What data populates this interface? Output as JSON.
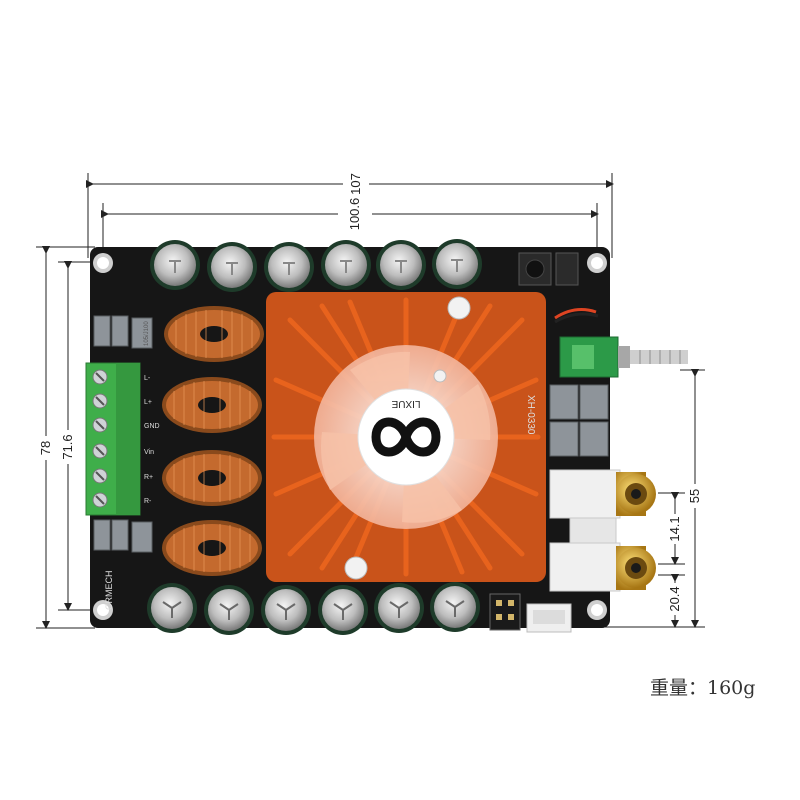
{
  "dimensions": {
    "overall_width": "107",
    "hole_spacing_width": "100.6",
    "overall_height": "78",
    "hole_spacing_height": "71.6",
    "right_height": "55",
    "rca_spacing": "14.1",
    "rca_offset": "20.4"
  },
  "weight_label": "重量：160g",
  "board": {
    "colors": {
      "pcb": "#161616",
      "heatsink": "#e8631d",
      "terminal": "#3fae4a",
      "capacitor": "#1e3b2a",
      "coil": "#c46a2e",
      "rca": "#d8a528"
    },
    "silkscreen": {
      "brand": "CRMECH",
      "fan_logo": "LIXUE",
      "model": "XH-0330",
      "cap_label": "105/J100",
      "terminal_labels": [
        "L-",
        "L+",
        "GND",
        "Vin",
        "R+",
        "R-"
      ]
    }
  }
}
